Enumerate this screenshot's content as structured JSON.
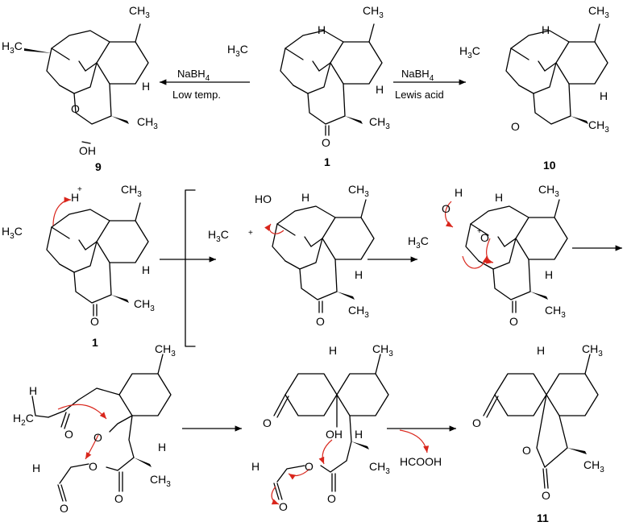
{
  "reactions": {
    "reduction_low_temp": {
      "reagent": "NaBH",
      "reagent_sub": "4",
      "condition": "Low temp."
    },
    "reduction_lewis_acid": {
      "reagent": "NaBH",
      "reagent_sub": "4",
      "condition": "Lewis acid"
    }
  },
  "compounds": {
    "artemisinin": "1",
    "dihydroartemisinin": "9",
    "deoxo_artemisinin": "10",
    "final_lactone": "11"
  },
  "side_product": "HCOOH",
  "atoms": {
    "ch3": "CH",
    "ch3_sub": "3",
    "h3c": "H",
    "h3c_sub": "3",
    "h3c_c": "C",
    "h": "H",
    "o": "O",
    "oh": "OH",
    "ho": "HO",
    "plus": "+",
    "h2c": "H",
    "h2c_sub": "2",
    "h2c_c": "C"
  }
}
